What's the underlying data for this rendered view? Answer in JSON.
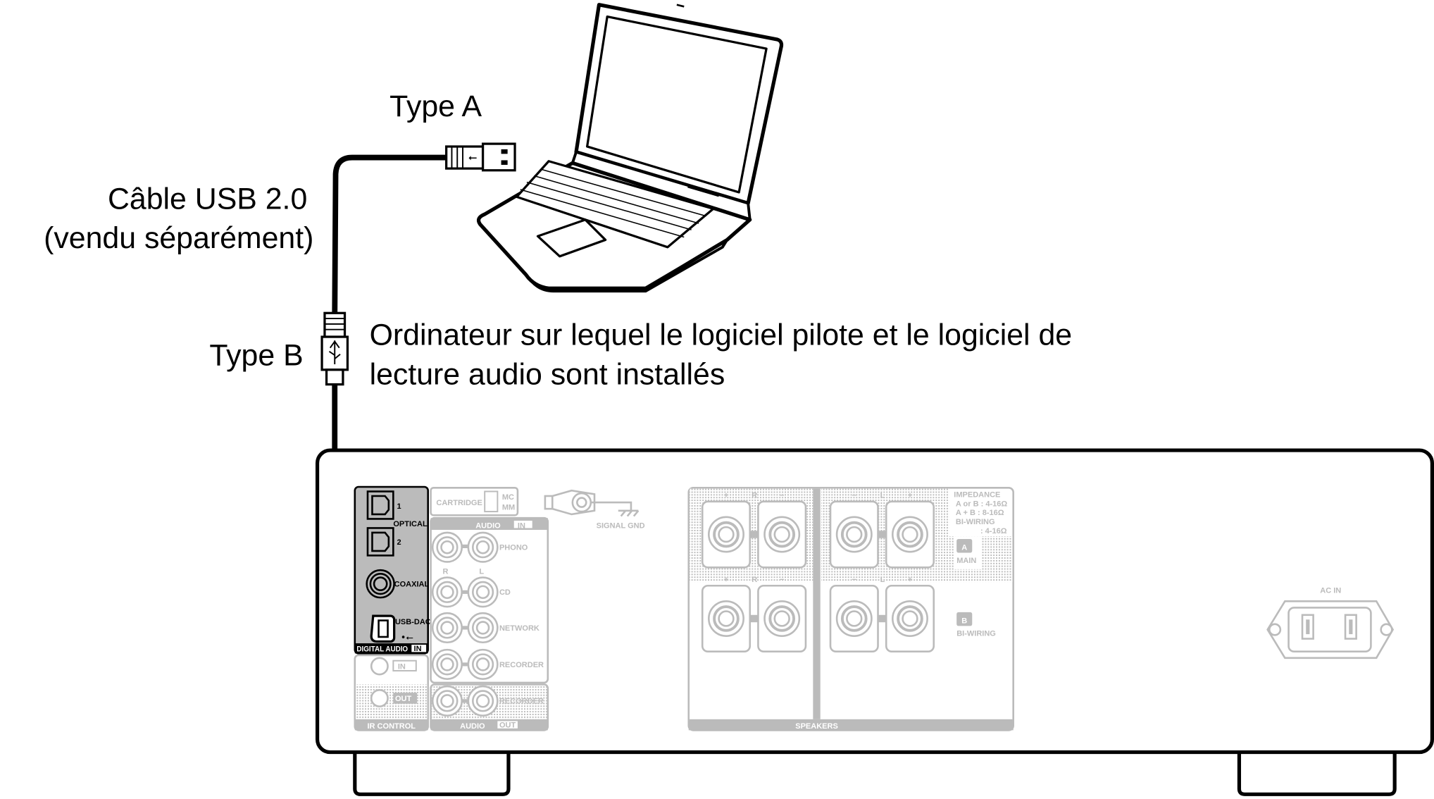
{
  "labels": {
    "type_a": "Type A",
    "cable_line1": "Câble USB 2.0",
    "cable_line2": "(vendu séparément)",
    "type_b": "Type B",
    "computer_line1": "Ordinateur sur lequel le logiciel pilote et le logiciel de",
    "computer_line2": "lecture audio sont installés"
  },
  "panel": {
    "optical_1": "1",
    "optical_label": "OPTICAL",
    "optical_2": "2",
    "coaxial": "COAXIAL",
    "usb_dac": "USB-DAC",
    "digital_audio": "DIGITAL AUDIO",
    "in": "IN",
    "cartridge": "CARTRIDGE",
    "mc": "MC",
    "mm": "MM",
    "audio": "AUDIO",
    "out": "OUT",
    "phono": "PHONO",
    "r": "R",
    "l": "L",
    "cd": "CD",
    "network": "NETWORK",
    "recorder": "RECORDER",
    "ir_control": "IR CONTROL",
    "signal_gnd": "SIGNAL GND",
    "impedance": "IMPEDANCE",
    "imp_line1": "A or B : 4-16Ω",
    "imp_line2": "A  +  B : 8-16Ω",
    "imp_line3": "BI-WIRING",
    "imp_line4": ": 4-16Ω",
    "a": "A",
    "main": "MAIN",
    "b": "B",
    "bi_wiring": "BI-WIRING",
    "speakers": "SPEAKERS",
    "ac_in": "AC IN"
  }
}
